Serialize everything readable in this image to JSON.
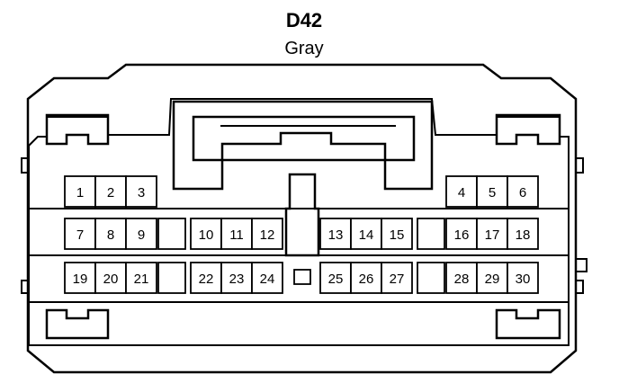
{
  "connector": {
    "id": "D42",
    "color": "Gray"
  },
  "pins": [
    {
      "label": "1"
    },
    {
      "label": "2"
    },
    {
      "label": "3"
    },
    {
      "label": "4"
    },
    {
      "label": "5"
    },
    {
      "label": "6"
    },
    {
      "label": "7"
    },
    {
      "label": "8"
    },
    {
      "label": "9"
    },
    {
      "label": "10"
    },
    {
      "label": "11"
    },
    {
      "label": "12"
    },
    {
      "label": "13"
    },
    {
      "label": "14"
    },
    {
      "label": "15"
    },
    {
      "label": "16"
    },
    {
      "label": "17"
    },
    {
      "label": "18"
    },
    {
      "label": "19"
    },
    {
      "label": "20"
    },
    {
      "label": "21"
    },
    {
      "label": "22"
    },
    {
      "label": "23"
    },
    {
      "label": "24"
    },
    {
      "label": "25"
    },
    {
      "label": "26"
    },
    {
      "label": "27"
    },
    {
      "label": "28"
    },
    {
      "label": "29"
    },
    {
      "label": "30"
    }
  ]
}
